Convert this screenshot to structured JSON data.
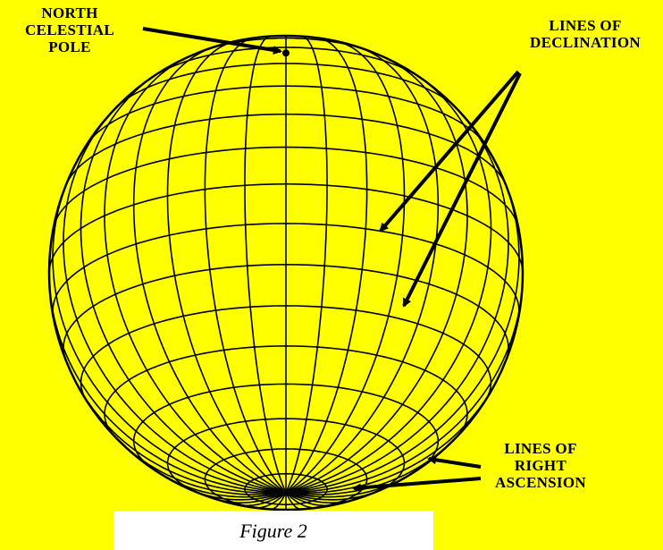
{
  "labels": {
    "north_celestial_pole": [
      "NORTH",
      "CELESTIAL",
      "POLE"
    ],
    "lines_of_declination": [
      "LINES OF",
      "DECLINATION"
    ],
    "lines_of_right_ascension": [
      "LINES OF",
      "RIGHT",
      "ASCENSION"
    ]
  },
  "caption": "Figure 2",
  "colors": {
    "background": "#ffff00",
    "lines": "#000000",
    "caption_background": "#ffffff"
  }
}
